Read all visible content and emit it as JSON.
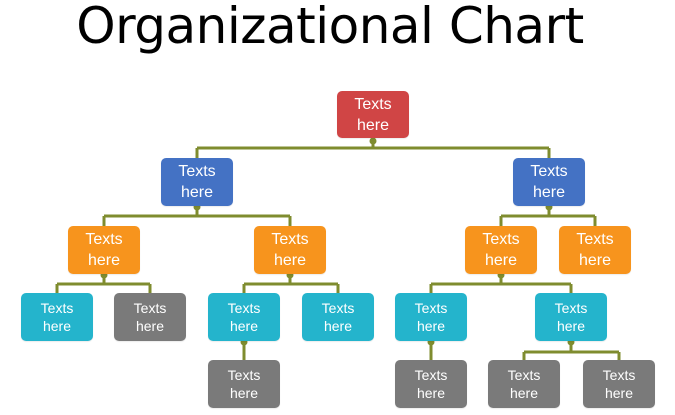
{
  "title": "Organizational Chart",
  "colors": {
    "connector": "#7f8c2f",
    "level_1": "#d04545",
    "level_2": "#4472c4",
    "level_3": "#f7941d",
    "level_4": "#24b4cc",
    "leaf": "#7a7a7a"
  },
  "nodes": [
    {
      "id": "root",
      "text": "Texts here"
    },
    {
      "id": "l2-left",
      "text": "Texts here"
    },
    {
      "id": "l2-right",
      "text": "Texts here"
    },
    {
      "id": "l3-1",
      "text": "Texts here"
    },
    {
      "id": "l3-2",
      "text": "Texts here"
    },
    {
      "id": "l3-3",
      "text": "Texts here"
    },
    {
      "id": "l3-4",
      "text": "Texts here"
    },
    {
      "id": "l4-1",
      "text": "Texts here"
    },
    {
      "id": "l4-2",
      "text": "Texts here"
    },
    {
      "id": "l4-3",
      "text": "Texts here"
    },
    {
      "id": "l4-4",
      "text": "Texts here"
    },
    {
      "id": "l4-5",
      "text": "Texts here"
    },
    {
      "id": "l4-6",
      "text": "Texts here"
    },
    {
      "id": "l5-1",
      "text": "Texts here"
    },
    {
      "id": "l5-2",
      "text": "Texts here"
    },
    {
      "id": "l5-3",
      "text": "Texts here"
    },
    {
      "id": "l5-4",
      "text": "Texts here"
    }
  ]
}
